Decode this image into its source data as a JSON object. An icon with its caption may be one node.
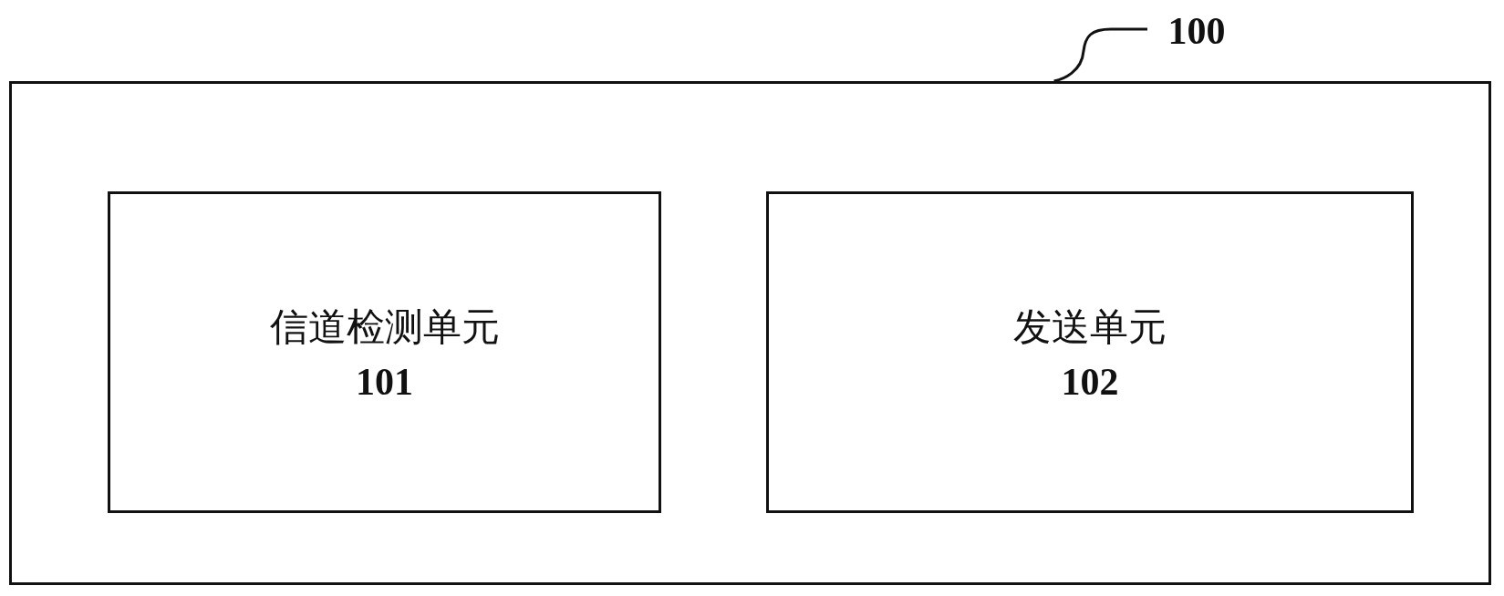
{
  "diagram": {
    "nodes": [
      {
        "text": [],
        "shape": "box"
      },
      {
        "text": [
          "信道检测单元",
          "101"
        ],
        "in": 0
      },
      {
        "text": [
          "发送单元",
          "102"
        ],
        "in": 0
      },
      {
        "text": [
          "100"
        ]
      }
    ],
    "edges": [
      {
        "from": 3,
        "to": 0,
        "arrow": "none"
      }
    ]
  }
}
